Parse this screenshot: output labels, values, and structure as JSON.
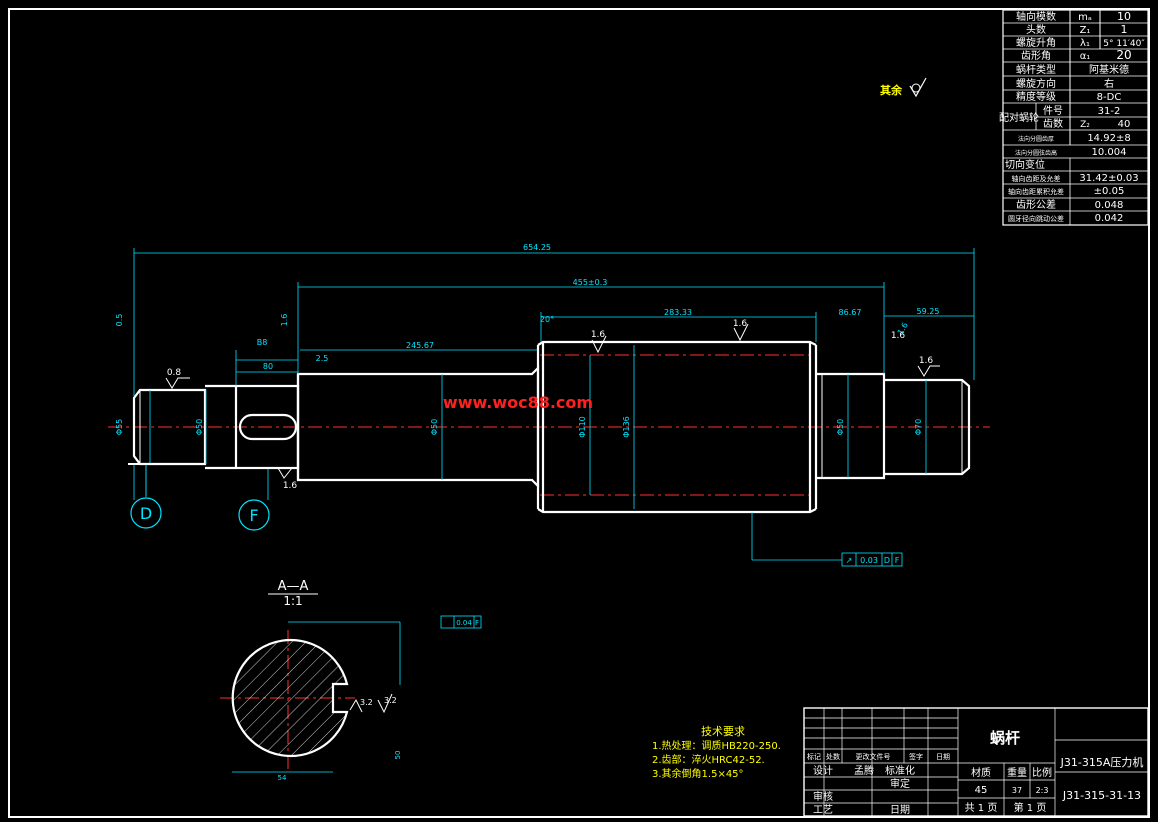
{
  "params": [
    {
      "label": "轴向模数",
      "sym": "mₐ",
      "value": "10"
    },
    {
      "label": "头数",
      "sym": "Z₁",
      "value": "1"
    },
    {
      "label": "螺旋升角",
      "sym": "λ₁",
      "value": "5° 11′40″"
    },
    {
      "label": "齿形角",
      "sym": "α₁",
      "value": "20"
    },
    {
      "label": "蜗杆类型",
      "sym": "",
      "value": "阿基米德"
    },
    {
      "label": "螺旋方向",
      "sym": "",
      "value": "右"
    },
    {
      "label": "精度等级",
      "sym": "",
      "value": "8-DC"
    },
    {
      "label": "件号",
      "sym": "",
      "value": "31-2",
      "group": "配对蜗轮"
    },
    {
      "label": "齿数",
      "sym": "Z₂",
      "value": "40",
      "group": "配对蜗轮"
    },
    {
      "label": "法向分圆齿厚",
      "sym": "",
      "value": "14.92±8"
    },
    {
      "label": "法向分圆弦齿高",
      "sym": "",
      "value": "10.004"
    },
    {
      "label": "切向变位",
      "sym": "",
      "value": ""
    },
    {
      "label": "轴向齿距及允差",
      "sym": "",
      "value": "31.42±0.03"
    },
    {
      "label": "轴向齿距累积允差",
      "sym": "",
      "value": "±0.05"
    },
    {
      "label": "齿形公差",
      "sym": "",
      "value": "0.048"
    },
    {
      "label": "圆牙径向跳动公差",
      "sym": "",
      "value": "0.042"
    }
  ],
  "param_group_label": "配对蜗轮",
  "roughness_rest": "其余",
  "dimensions": {
    "overall": "654.25",
    "span": "455±0.3",
    "right_end": "59.25",
    "mid_length": "245.67",
    "worm_top": "283.33",
    "shoulder": "86.67",
    "groove": "2.5",
    "keyway_len": "80",
    "key_width": "B8",
    "dia1": "Φ50",
    "dia2": "Φ110",
    "dia3": "Φ136",
    "dia4": "Φ50",
    "dia5": "Φ70",
    "left_dia": "Φ55",
    "key_dia": "Φ50",
    "left_tol": "0.5",
    "ra_08": "0.8",
    "ra_16a": "1.6",
    "ra_16b": "1.6",
    "ra_16c": "1.6",
    "ra_16d": "1.6",
    "ra_16e": "1.6",
    "angle": "20°",
    "small1": "1.6",
    "small2": "1.6"
  },
  "datums": {
    "d": "D",
    "f": "F"
  },
  "tolerance_frame": {
    "value": "0.03",
    "ref1": "D",
    "ref2": "F"
  },
  "section": {
    "title": "A—A",
    "scale": "1:1",
    "ra": "3.2",
    "ra2": "3.2",
    "dim_width": "54",
    "dim_depth": "50",
    "frame_value": "0.04",
    "frame_ref": "F"
  },
  "watermark": "www.woc88.com",
  "tech_req": {
    "title": "技术要求",
    "lines": [
      "1.热处理：调质HB220-250.",
      "2.齿部：淬火HRC42-52.",
      "3.其余倒角1.5×45°"
    ]
  },
  "title_block": {
    "part_name": "蜗杆",
    "machine": "J31-315A压力机",
    "drawing_no": "J31-315-31-13",
    "material_label": "材质",
    "weight_label": "重量",
    "scale_label": "比例",
    "material": "45",
    "weight": "37",
    "scale": "2:3",
    "total_sheets": "共 1 页",
    "sheet_no": "第 1 页",
    "rev_headers": [
      "标记",
      "处数",
      "更改文件号",
      "签字",
      "日期"
    ],
    "design": "设计",
    "designer": "孟腾",
    "standard": "标准化",
    "check": "审核",
    "approve": "审定",
    "process": "工艺",
    "date": "日期"
  }
}
